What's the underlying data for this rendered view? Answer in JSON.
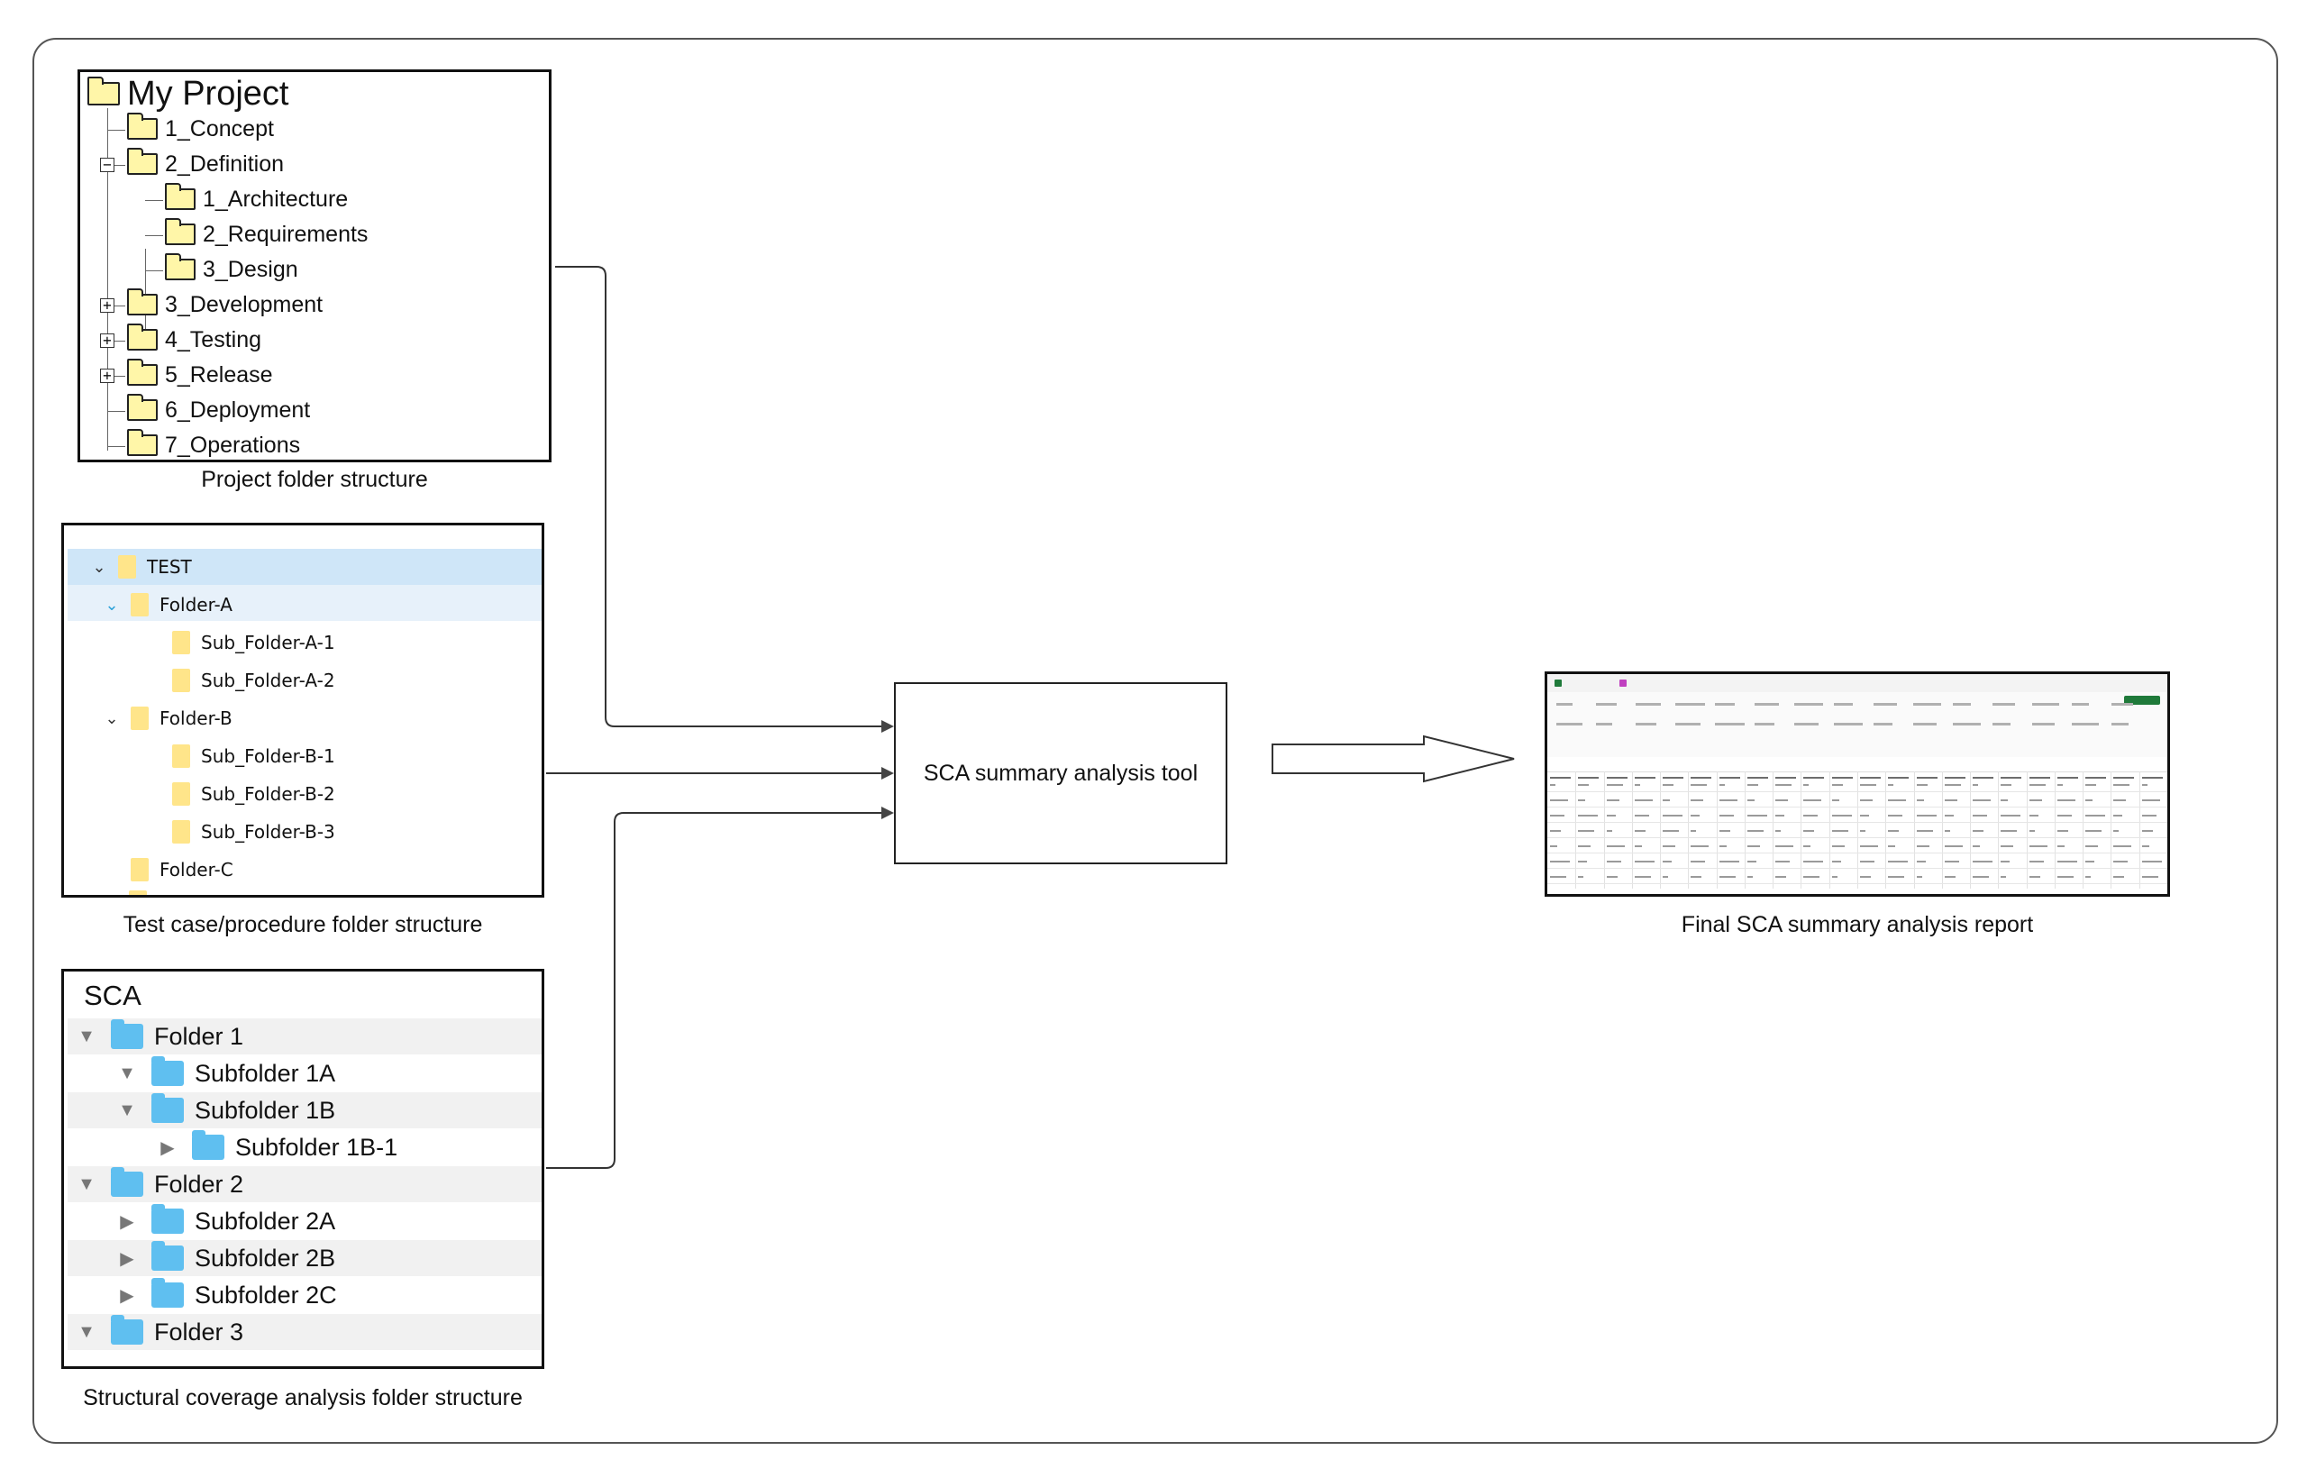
{
  "project_tree": {
    "root": "My  Project",
    "items": [
      {
        "label": "1_Concept",
        "level": 1,
        "toggle": ""
      },
      {
        "label": "2_Definition",
        "level": 1,
        "toggle": "−"
      },
      {
        "label": "1_Architecture",
        "level": 2,
        "toggle": ""
      },
      {
        "label": "2_Requirements",
        "level": 2,
        "toggle": ""
      },
      {
        "label": "3_Design",
        "level": 2,
        "toggle": ""
      },
      {
        "label": "3_Development",
        "level": 1,
        "toggle": "+"
      },
      {
        "label": "4_Testing",
        "level": 1,
        "toggle": "+"
      },
      {
        "label": "5_Release",
        "level": 1,
        "toggle": "+"
      },
      {
        "label": "6_Deployment",
        "level": 1,
        "toggle": ""
      },
      {
        "label": "7_Operations",
        "level": 1,
        "toggle": ""
      }
    ],
    "caption": "Project folder structure"
  },
  "test_tree": {
    "items": [
      {
        "label": "TEST",
        "chevron": "⌄"
      },
      {
        "label": "Folder-A",
        "chevron": "⌄"
      },
      {
        "label": "Sub_Folder-A-1",
        "chevron": ""
      },
      {
        "label": "Sub_Folder-A-2",
        "chevron": ""
      },
      {
        "label": "Folder-B",
        "chevron": "⌄"
      },
      {
        "label": "Sub_Folder-B-1",
        "chevron": ""
      },
      {
        "label": "Sub_Folder-B-2",
        "chevron": ""
      },
      {
        "label": "Sub_Folder-B-3",
        "chevron": ""
      },
      {
        "label": "Folder-C",
        "chevron": ""
      }
    ],
    "caption": "Test case/procedure folder structure"
  },
  "sca_tree": {
    "header": "SCA",
    "items": [
      {
        "label": "Folder 1",
        "arrow": "▼"
      },
      {
        "label": "Subfolder 1A",
        "arrow": "▼"
      },
      {
        "label": "Subfolder 1B",
        "arrow": "▼"
      },
      {
        "label": "Subfolder 1B-1",
        "arrow": "▶"
      },
      {
        "label": "Folder 2",
        "arrow": "▼"
      },
      {
        "label": "Subfolder 2A",
        "arrow": "▶"
      },
      {
        "label": "Subfolder 2B",
        "arrow": "▶"
      },
      {
        "label": "Subfolder 2C",
        "arrow": "▶"
      },
      {
        "label": "Folder 3",
        "arrow": "▼"
      }
    ],
    "caption": "Structural coverage analysis folder structure"
  },
  "tool": {
    "label": "SCA summary analysis tool"
  },
  "report": {
    "caption": "Final SCA summary analysis report"
  },
  "colors": {
    "win_folder": "#fff6a8",
    "test_folder": "#ffe58a",
    "mac_folder": "#5fbff0",
    "selection": "#cfe6f8",
    "excel_green": "#1f7a3a"
  }
}
